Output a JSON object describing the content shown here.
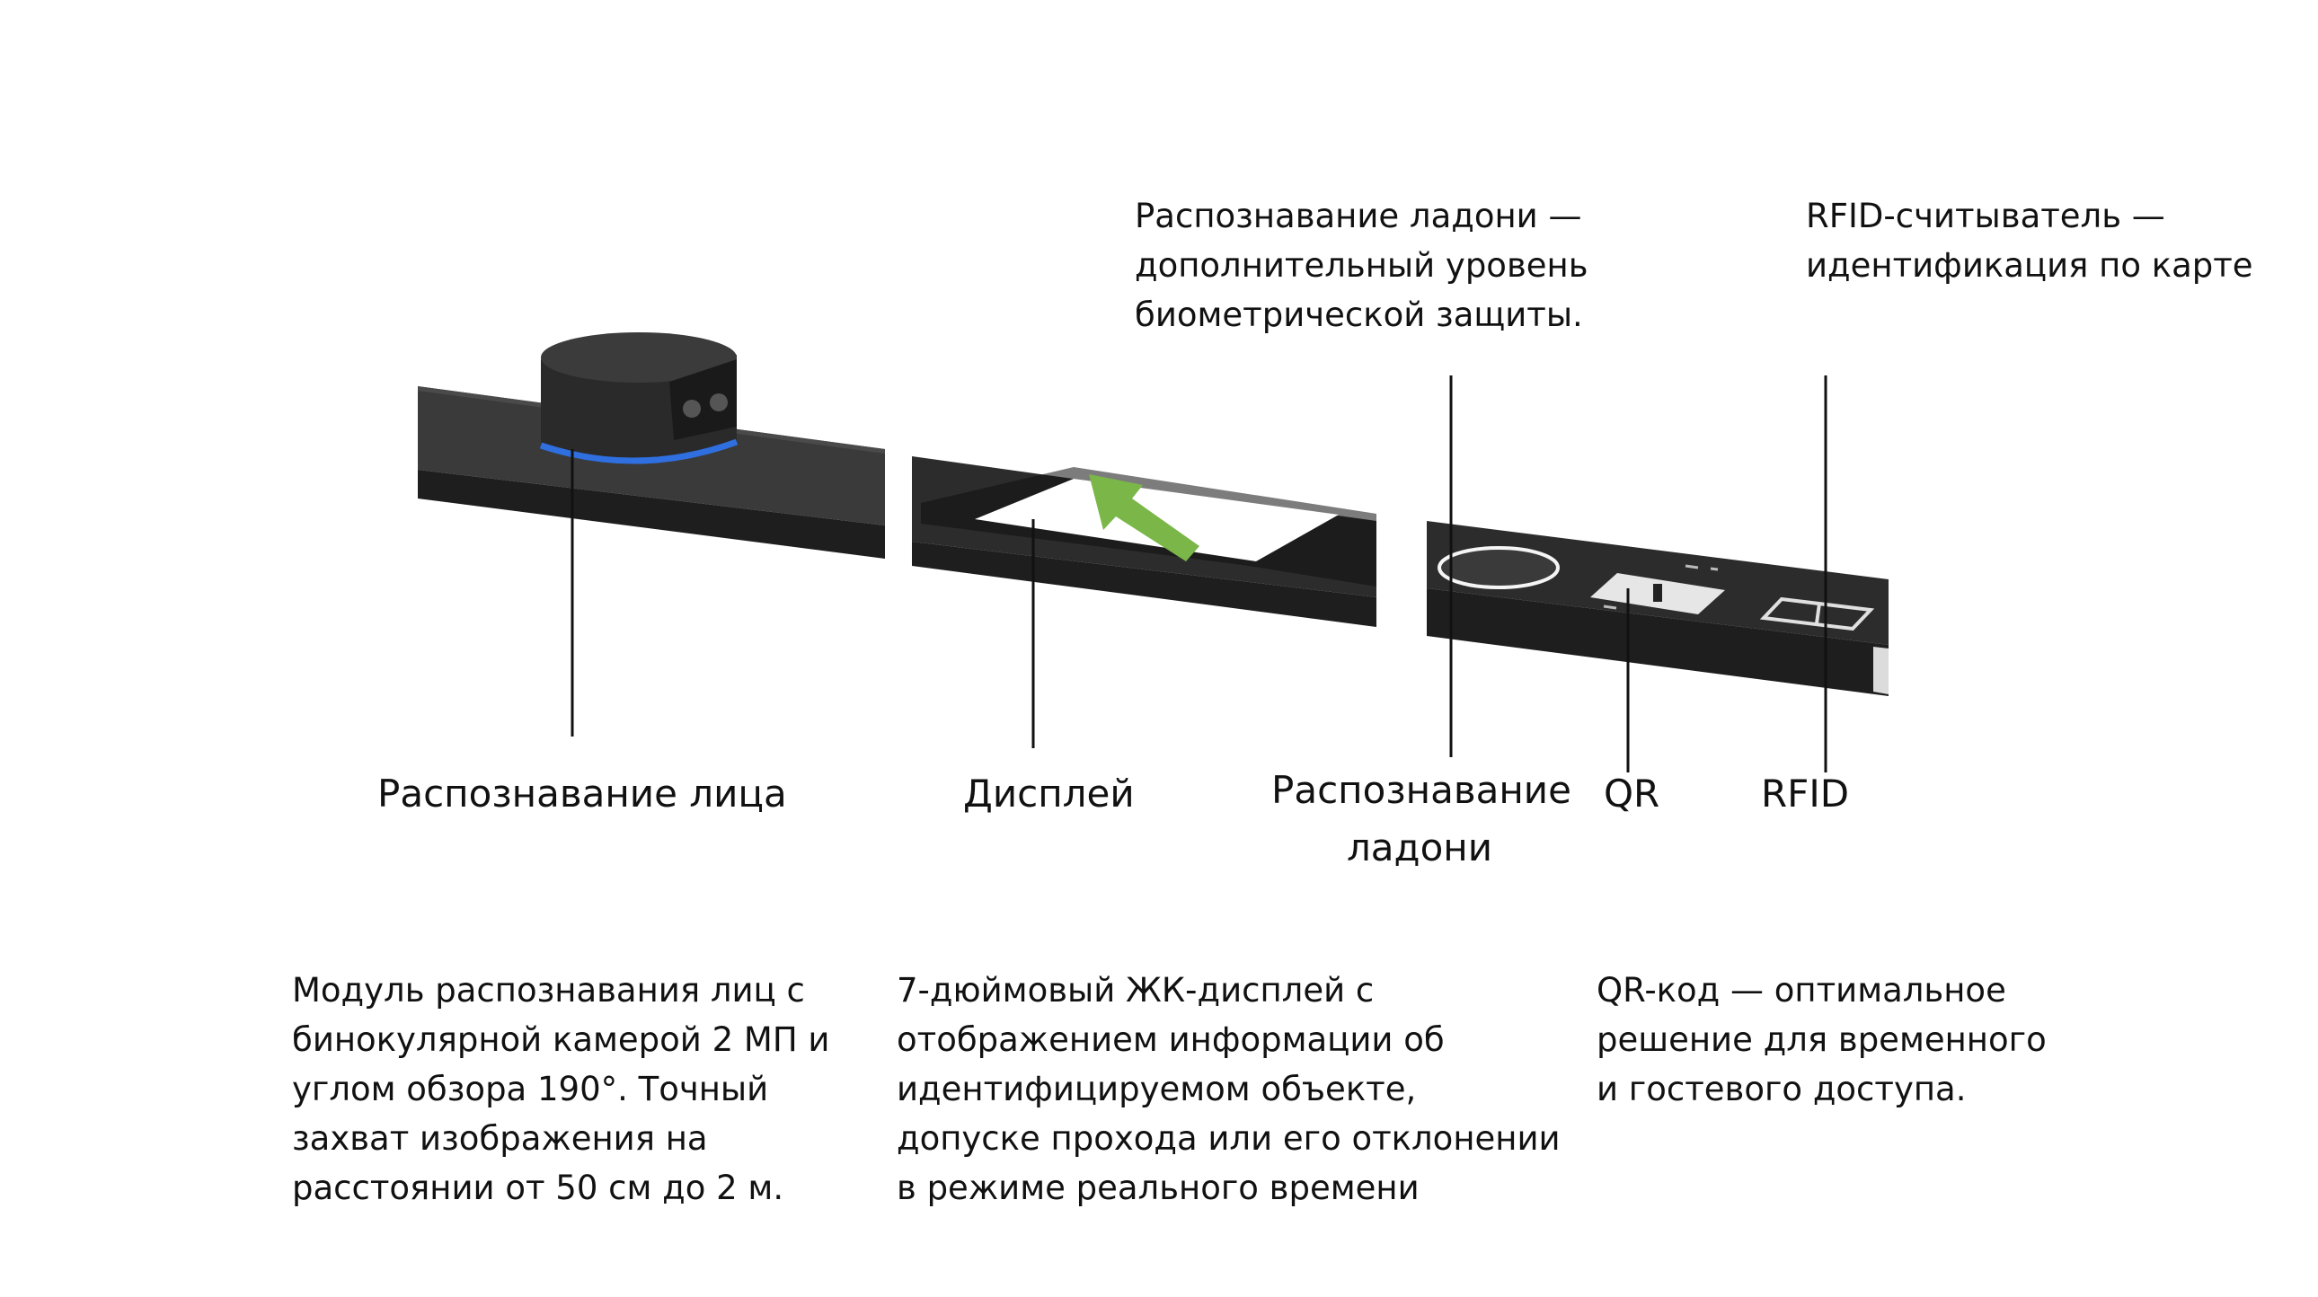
{
  "callouts": {
    "palm": {
      "lines": [
        "Распознавание ладони —",
        "дополнительный уровень",
        "биометрической защиты."
      ]
    },
    "rfid": {
      "lines": [
        "RFID-считыватель —",
        "идентификация по карте"
      ]
    }
  },
  "labels": {
    "face": "Распознавание лица",
    "display": "Дисплей",
    "palm": [
      "Распознавание",
      "ладони"
    ],
    "qr": "QR",
    "rfid": "RFID"
  },
  "descriptions": {
    "face": [
      "Модуль распознавания лиц с",
      "бинокулярной камерой 2 МП и",
      "углом обзора 190°. Точный",
      "захват изображения на",
      "расстоянии от 50 см до 2 м."
    ],
    "display": [
      "7-дюймовый ЖК-дисплей с",
      "отображением информации об",
      "идентифицируемом объекте,",
      "допуске прохода или его отклонении",
      "в режиме реального времени"
    ],
    "qr": [
      "QR-код — оптимальное",
      "решение для временного",
      "и гостевого доступа."
    ]
  },
  "colors": {
    "panel_top": "#2a2a2a",
    "panel_side": "#3a3a3a",
    "camera_ring": "#2f6fe0",
    "arrow": "#7ab648",
    "line": "#111111"
  },
  "icons": {
    "palm_sensor": "palm-scanner-icon",
    "qr_window": "qr-scanner-icon",
    "rfid_card": "rfid-card-icon",
    "direction": "arrow-icon"
  }
}
